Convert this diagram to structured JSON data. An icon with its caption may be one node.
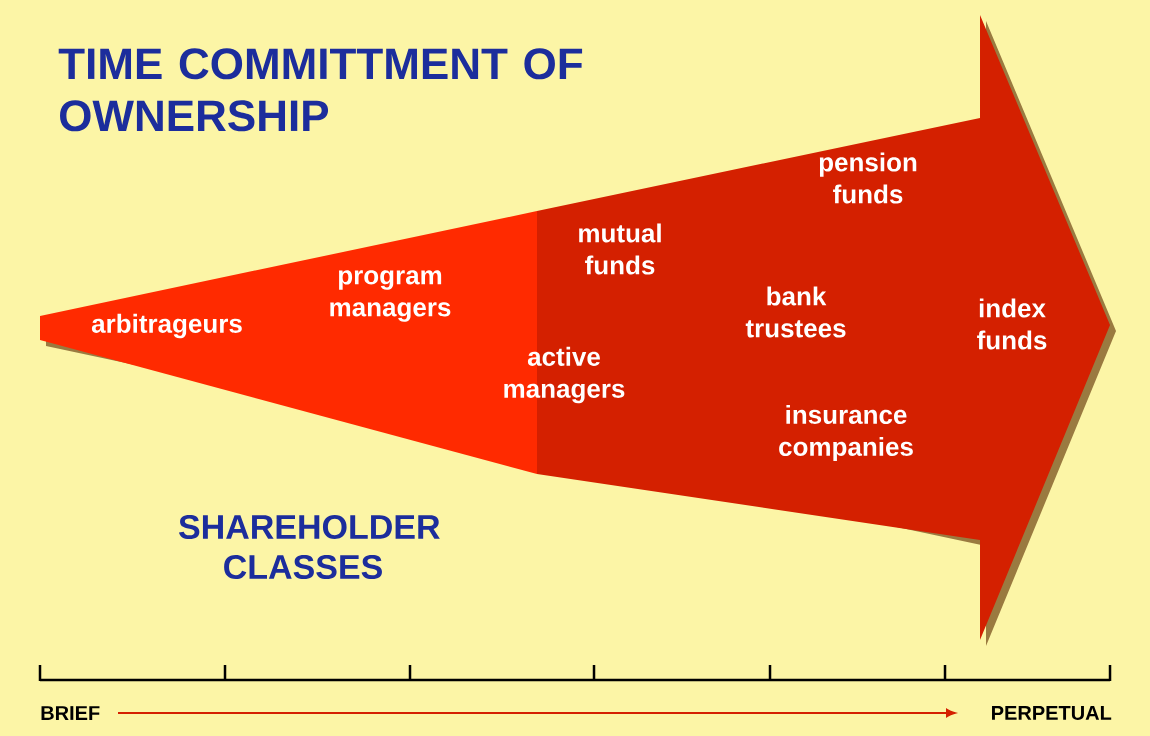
{
  "diagram": {
    "title": "TIME COMMITTMENT OF OWNERSHIP",
    "labels": [
      "pension funds",
      "mutual funds",
      "program managers",
      "bank trustees",
      "arbitrageurs",
      "index funds",
      "active managers",
      "insurance companies",
      "SHAREHOLDER CLASSES",
      "BRIEF",
      "PERPETUAL"
    ]
  }
}
